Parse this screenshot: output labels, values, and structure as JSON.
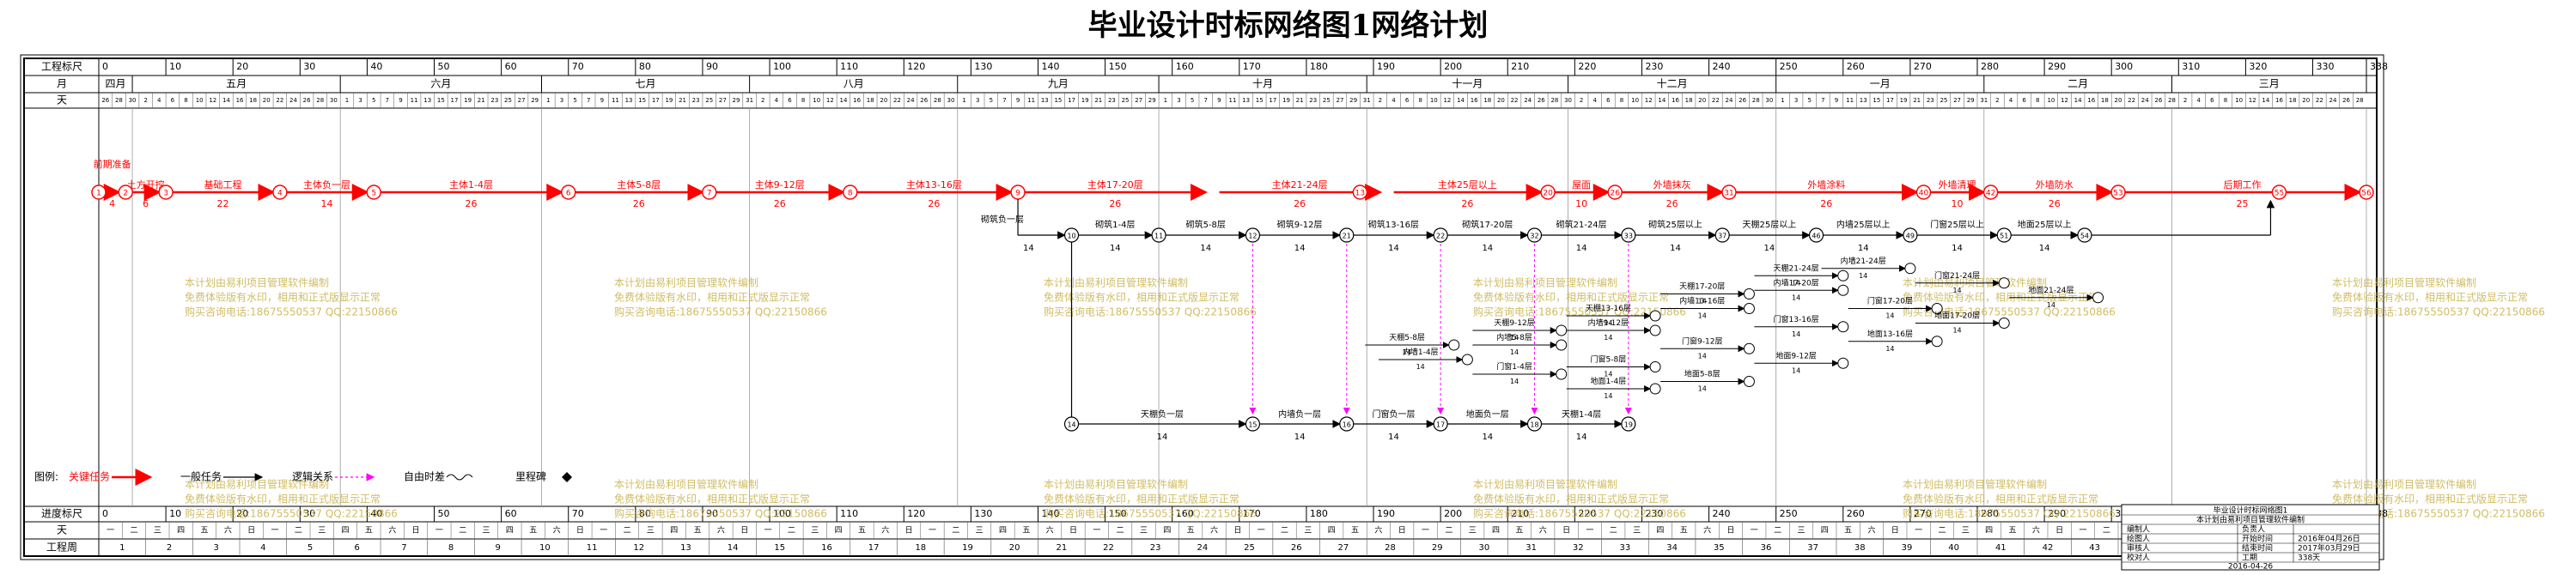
{
  "title": "毕业设计时标网络图1网络计划",
  "scale": {
    "top_label": "工程标尺",
    "bottom_label": "进度标尺",
    "ticks": [
      "0",
      "10",
      "20",
      "30",
      "40",
      "50",
      "60",
      "70",
      "80",
      "90",
      "100",
      "110",
      "120",
      "130",
      "140",
      "150",
      "160",
      "170",
      "180",
      "190",
      "200",
      "210",
      "220",
      "230",
      "240",
      "250",
      "260",
      "270",
      "280",
      "290",
      "300",
      "310",
      "320",
      "330",
      "338"
    ]
  },
  "months": {
    "label": "月",
    "items": [
      {
        "name": "四月",
        "start": 0,
        "end": 5
      },
      {
        "name": "五月",
        "start": 5,
        "end": 36
      },
      {
        "name": "六月",
        "start": 36,
        "end": 66
      },
      {
        "name": "七月",
        "start": 66,
        "end": 97
      },
      {
        "name": "八月",
        "start": 97,
        "end": 128
      },
      {
        "name": "九月",
        "start": 128,
        "end": 158
      },
      {
        "name": "十月",
        "start": 158,
        "end": 189
      },
      {
        "name": "十一月",
        "start": 189,
        "end": 219
      },
      {
        "name": "十二月",
        "start": 219,
        "end": 250
      },
      {
        "name": "一月",
        "start": 250,
        "end": 281
      },
      {
        "name": "二月",
        "start": 281,
        "end": 309
      },
      {
        "name": "三月",
        "start": 309,
        "end": 338
      }
    ]
  },
  "days_label": "天",
  "weekdays_label": "天",
  "weekdays": [
    "一",
    "二",
    "三",
    "四",
    "五",
    "六",
    "日"
  ],
  "weeks_label": "工程周",
  "critical_path": {
    "nodes": [
      {
        "id": "1",
        "t": 0
      },
      {
        "id": "2",
        "t": 4
      },
      {
        "id": "3",
        "t": 10
      },
      {
        "id": "4",
        "t": 27
      },
      {
        "id": "5",
        "t": 41
      },
      {
        "id": "6",
        "t": 70
      },
      {
        "id": "7",
        "t": 91
      },
      {
        "id": "8",
        "t": 112
      },
      {
        "id": "9",
        "t": 137
      },
      {
        "id": "13",
        "t": 188
      },
      {
        "id": "20",
        "t": 216
      },
      {
        "id": "26",
        "t": 226
      },
      {
        "id": "31",
        "t": 243
      },
      {
        "id": "40",
        "t": 272
      },
      {
        "id": "42",
        "t": 282
      },
      {
        "id": "53",
        "t": 301
      },
      {
        "id": "55",
        "t": 325
      },
      {
        "id": "56",
        "t": 338
      }
    ],
    "tasks": [
      {
        "name": "前期准备",
        "days": "4",
        "from": 0,
        "to": 4
      },
      {
        "name": "土方开挖",
        "days": "6",
        "from": 4,
        "to": 10
      },
      {
        "name": "基础工程",
        "days": "22",
        "from": 10,
        "to": 27
      },
      {
        "name": "主体负一层",
        "days": "14",
        "from": 27,
        "to": 41
      },
      {
        "name": "主体1-4层",
        "days": "26",
        "from": 41,
        "to": 70
      },
      {
        "name": "主体5-8层",
        "days": "26",
        "from": 70,
        "to": 91
      },
      {
        "name": "主体9-12层",
        "days": "26",
        "from": 91,
        "to": 112
      },
      {
        "name": "主体13-16层",
        "days": "26",
        "from": 112,
        "to": 137
      },
      {
        "name": "主体17-20层",
        "days": "26",
        "from": 137,
        "to": 166
      },
      {
        "name": "主体21-24层",
        "days": "26",
        "from": 166,
        "to": 192
      },
      {
        "name": "主体25层以上",
        "days": "26",
        "from": 192,
        "to": 216
      },
      {
        "name": "屋面",
        "days": "10",
        "from": 216,
        "to": 226
      },
      {
        "name": "外墙抹灰",
        "days": "26",
        "from": 226,
        "to": 243
      },
      {
        "name": "外墙涂料",
        "days": "26",
        "from": 243,
        "to": 272
      },
      {
        "name": "外墙清理",
        "days": "10",
        "from": 272,
        "to": 282
      },
      {
        "name": "外墙防水",
        "days": "26",
        "from": 282,
        "to": 301
      },
      {
        "name": "后期工作",
        "days": "25",
        "from": 301,
        "to": 338
      }
    ]
  },
  "subnet": {
    "upper_nodes": [
      {
        "id": "10",
        "t": 145
      },
      {
        "id": "11",
        "t": 158
      },
      {
        "id": "12",
        "t": 172
      },
      {
        "id": "21",
        "t": 186
      },
      {
        "id": "22",
        "t": 200
      },
      {
        "id": "32",
        "t": 214
      },
      {
        "id": "33",
        "t": 228
      },
      {
        "id": "37",
        "t": 242
      },
      {
        "id": "46",
        "t": 256
      },
      {
        "id": "49",
        "t": 270
      },
      {
        "id": "51",
        "t": 284
      },
      {
        "id": "54",
        "t": 296
      }
    ],
    "upper_tasks": [
      {
        "name": "砌筑1-4层",
        "days": "14"
      },
      {
        "name": "砌筑5-8层",
        "days": "14"
      },
      {
        "name": "砌筑9-12层",
        "days": "14"
      },
      {
        "name": "砌筑13-16层",
        "days": "14"
      },
      {
        "name": "砌筑17-20层",
        "days": "14"
      },
      {
        "name": "砌筑21-24层",
        "days": "14"
      },
      {
        "name": "砌筑25层以上",
        "days": "14"
      },
      {
        "name": "天棚25层以上",
        "days": "14"
      },
      {
        "name": "内墙25层以上",
        "days": "14"
      },
      {
        "name": "门窗25层以上",
        "days": "14"
      },
      {
        "name": "地面25层以上",
        "days": "14"
      }
    ],
    "lower_nodes": [
      {
        "id": "14",
        "t": 145
      },
      {
        "id": "15",
        "t": 172
      },
      {
        "id": "16",
        "t": 186
      },
      {
        "id": "17",
        "t": 200
      },
      {
        "id": "18",
        "t": 214
      },
      {
        "id": "19",
        "t": 228
      }
    ],
    "lower_tasks": [
      {
        "name": "天棚负一层",
        "days": "14"
      },
      {
        "name": "内墙负一层",
        "days": "14"
      },
      {
        "name": "门窗负一层",
        "days": "14"
      },
      {
        "name": "地面负一层",
        "days": "14"
      },
      {
        "name": "天棚1-4层",
        "days": "14"
      }
    ],
    "side_task": {
      "name": "砌筑负一层",
      "days": "14"
    },
    "mid_labels": [
      {
        "name": "天棚5-8层",
        "t": 188,
        "row": 0.2
      },
      {
        "name": "内墙1-4层",
        "t": 190,
        "row": 0.4
      },
      {
        "name": "门窗1-4层",
        "t": 204,
        "row": 0.6
      },
      {
        "name": "地面1-4层",
        "t": 218,
        "row": 0.8
      },
      {
        "name": "天棚9-12层",
        "t": 204,
        "row": 0.0
      },
      {
        "name": "内墙5-8层",
        "t": 204,
        "row": 0.2
      },
      {
        "name": "门窗5-8层",
        "t": 218,
        "row": 0.5
      },
      {
        "name": "地面5-8层",
        "t": 232,
        "row": 0.7
      },
      {
        "name": "天棚13-16层",
        "t": 218,
        "row": -0.2
      },
      {
        "name": "内墙9-12层",
        "t": 218,
        "row": 0.0
      },
      {
        "name": "门窗9-12层",
        "t": 232,
        "row": 0.25
      },
      {
        "name": "地面9-12层",
        "t": 246,
        "row": 0.45
      },
      {
        "name": "天棚17-20层",
        "t": 232,
        "row": -0.5
      },
      {
        "name": "内墙13-16层",
        "t": 232,
        "row": -0.3
      },
      {
        "name": "门窗13-16层",
        "t": 246,
        "row": -0.05
      },
      {
        "name": "地面13-16层",
        "t": 260,
        "row": 0.15
      },
      {
        "name": "天棚21-24层",
        "t": 246,
        "row": -0.75
      },
      {
        "name": "内墙17-20层",
        "t": 246,
        "row": -0.55
      },
      {
        "name": "门窗17-20层",
        "t": 260,
        "row": -0.3
      },
      {
        "name": "地面17-20层",
        "t": 270,
        "row": -0.1
      },
      {
        "name": "内墙21-24层",
        "t": 256,
        "row": -0.85
      },
      {
        "name": "门窗21-24层",
        "t": 270,
        "row": -0.65
      },
      {
        "name": "地面21-24层",
        "t": 284,
        "row": -0.45
      }
    ],
    "mid_days": "14"
  },
  "watermark": {
    "line1": "本计划由易利项目管理软件编制",
    "line2": "免费体验版有水印，相用和正式版显示正常",
    "line3": "购买咨询电话:18675550537 QQ:22150866"
  },
  "legend": {
    "label": "图例:",
    "items": [
      {
        "name": "关键任务",
        "kind": "critical"
      },
      {
        "name": "一般任务",
        "kind": "normal"
      },
      {
        "name": "逻辑关系",
        "kind": "logic"
      },
      {
        "name": "自由时差",
        "kind": "float"
      },
      {
        "name": "里程碑",
        "kind": "milestone"
      }
    ]
  },
  "info_box": {
    "title": "毕业设计时标网络图1",
    "subtitle": "本计划由易利项目管理软件编制",
    "rows": [
      {
        "label": "编制人",
        "value": "",
        "label2": "负责人",
        "value2": ""
      },
      {
        "label": "绘图人",
        "value": "",
        "label2": "开始时间",
        "value2": "2016年04月26日"
      },
      {
        "label": "审核人",
        "value": "",
        "label2": "结束时间",
        "value2": "2017年03月29日"
      },
      {
        "label": "校对人",
        "value": "",
        "label2": "工期",
        "value2": "338天"
      }
    ],
    "date": "2016-04-26"
  },
  "colors": {
    "critical": "#ff0000",
    "normal": "#000000",
    "logic": "#ff00ff",
    "watermark": "#c8b24a",
    "frame": "#000000"
  }
}
